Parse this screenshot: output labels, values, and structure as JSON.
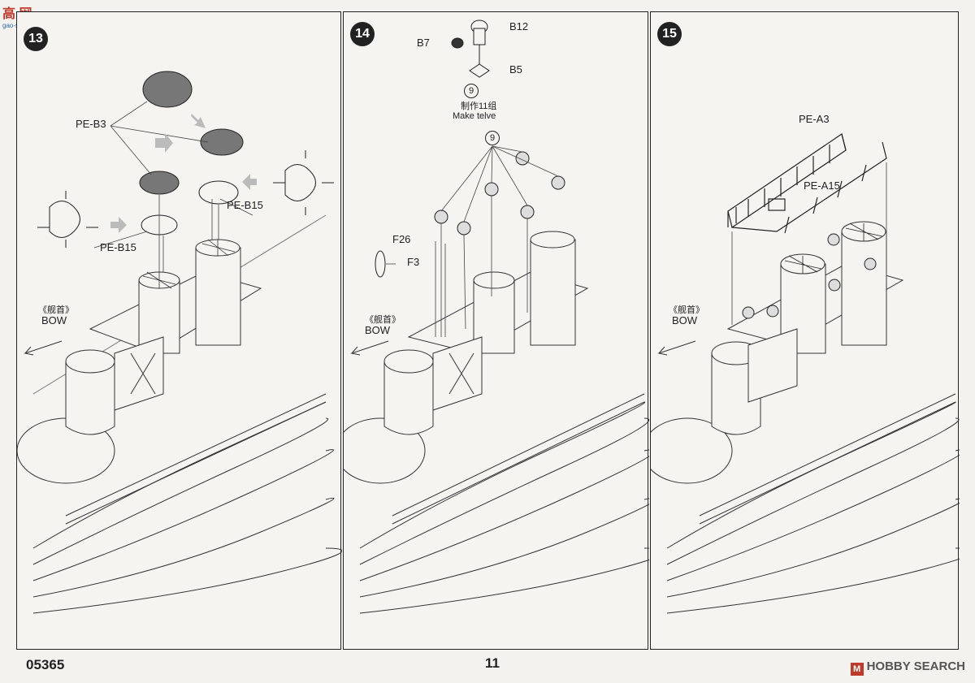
{
  "page": {
    "code": "05365",
    "number": "11",
    "watermark_top_left": "高 网",
    "watermark_top_left_sub": "gao-shan.com",
    "watermark_bottom_right": "HOBBY SEARCH",
    "watermark_logo": "M"
  },
  "steps": [
    {
      "number": "13",
      "labels": {
        "pe_b3": "PE-B3",
        "pe_b15_right": "PE-B15",
        "pe_b15_left": "PE-B15",
        "bow_cn": "《舰首》",
        "bow_en": "BOW"
      }
    },
    {
      "number": "14",
      "labels": {
        "b12": "B12",
        "b7": "B7",
        "b5": "B5",
        "ref": "9",
        "make_cn": "制作11组",
        "make_en": "Make telve",
        "ref2": "9",
        "f26": "F26",
        "f3": "F3",
        "bow_cn": "《舰首》",
        "bow_en": "BOW"
      }
    },
    {
      "number": "15",
      "labels": {
        "pe_a3": "PE-A3",
        "pe_a15": "PE-A15",
        "bow_cn": "《舰首》",
        "bow_en": "BOW"
      }
    }
  ]
}
